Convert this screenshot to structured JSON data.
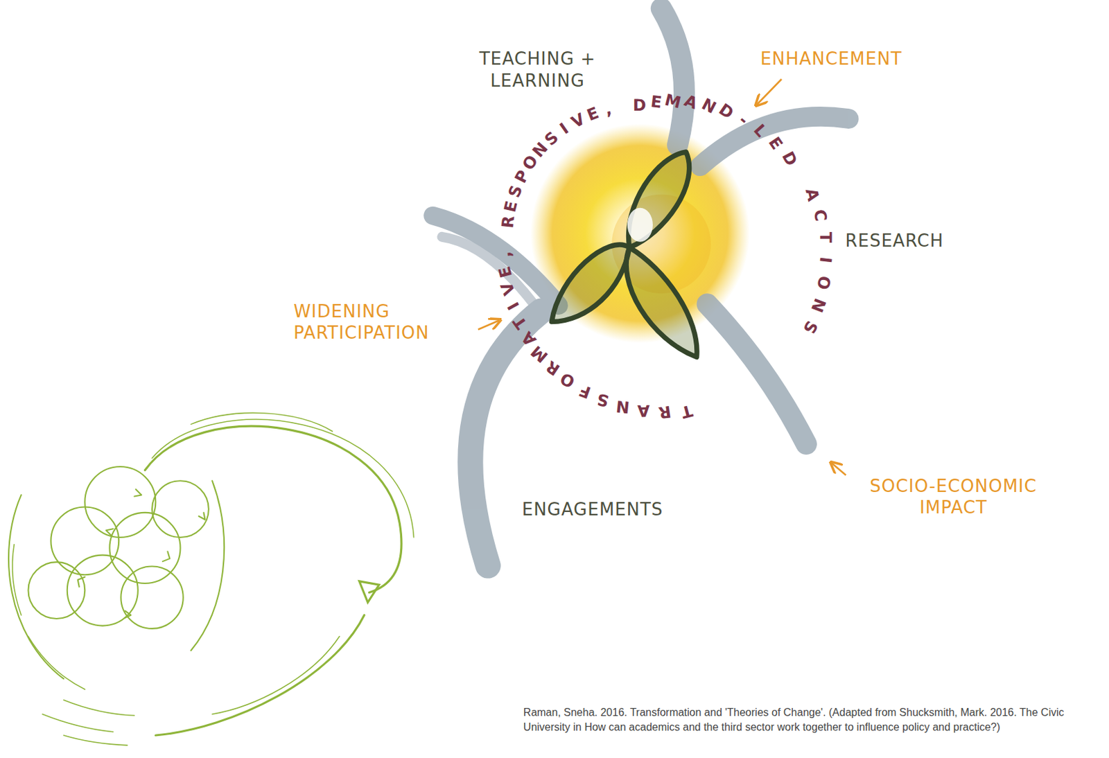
{
  "diagram": {
    "caption": "Raman, Sneha. 2016. Transformation and 'Theories of Change'. (Adapted from Shucksmith, Mark. 2016. The Civic University in How can academics and the third sector work together to influence policy and practice?)",
    "labels": [
      "TEACHING + LEARNING",
      "ENHANCEMENT",
      "TRANSFORMATIVE, RESPONSIVE, DEMAND-LED ACTIONS",
      "RESEARCH",
      "WIDENING PARTICIPATION",
      "ENGAGEMENTS",
      "SOCIO-ECONOMIC IMPACT"
    ]
  }
}
